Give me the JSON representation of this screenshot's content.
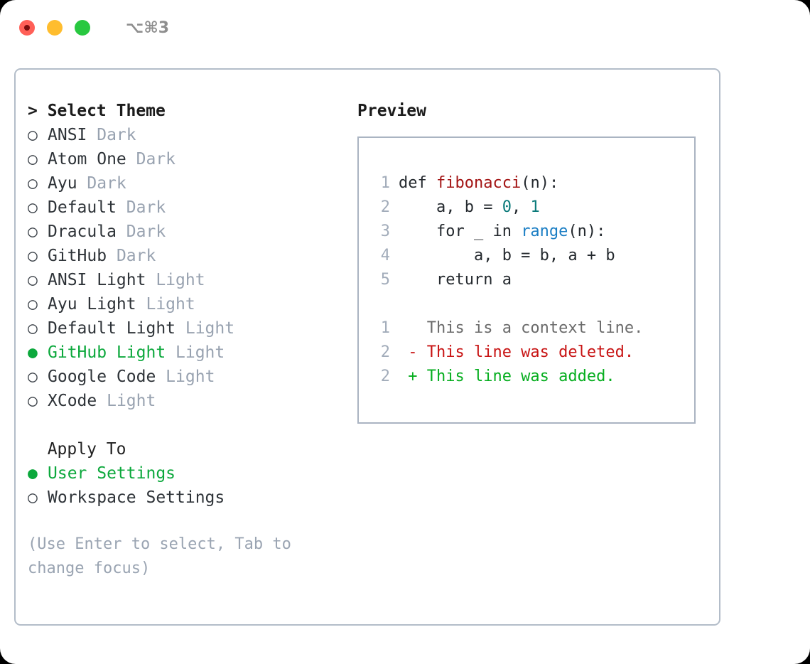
{
  "titlebar": {
    "shortcut": "⌥⌘3",
    "lights": [
      {
        "name": "close",
        "color": "#ff5f57"
      },
      {
        "name": "minimize",
        "color": "#ffbd2e"
      },
      {
        "name": "maximize",
        "color": "#28c840"
      }
    ]
  },
  "theme_section": {
    "header": "> Select Theme",
    "items": [
      {
        "bullet": "○",
        "name": "ANSI",
        "tag": "Dark",
        "selected": false
      },
      {
        "bullet": "○",
        "name": "Atom One",
        "tag": "Dark",
        "selected": false
      },
      {
        "bullet": "○",
        "name": "Ayu",
        "tag": "Dark",
        "selected": false
      },
      {
        "bullet": "○",
        "name": "Default",
        "tag": "Dark",
        "selected": false
      },
      {
        "bullet": "○",
        "name": "Dracula",
        "tag": "Dark",
        "selected": false
      },
      {
        "bullet": "○",
        "name": "GitHub",
        "tag": "Dark",
        "selected": false
      },
      {
        "bullet": "○",
        "name": "ANSI Light",
        "tag": "Light",
        "selected": false
      },
      {
        "bullet": "○",
        "name": "Ayu Light",
        "tag": "Light",
        "selected": false
      },
      {
        "bullet": "○",
        "name": "Default Light",
        "tag": "Light",
        "selected": false
      },
      {
        "bullet": "●",
        "name": "GitHub Light",
        "tag": "Light",
        "selected": true
      },
      {
        "bullet": "○",
        "name": "Google Code",
        "tag": "Light",
        "selected": false
      },
      {
        "bullet": "○",
        "name": "XCode",
        "tag": "Light",
        "selected": false
      }
    ]
  },
  "apply_section": {
    "header": "  Apply To",
    "items": [
      {
        "bullet": "●",
        "name": "User Settings",
        "tag": "",
        "selected": true
      },
      {
        "bullet": "○",
        "name": "Workspace Settings",
        "tag": "",
        "selected": false
      }
    ]
  },
  "hint": "(Use Enter to select, Tab to change focus)",
  "preview": {
    "title": "Preview",
    "code_lines": [
      {
        "n": "1",
        "segments": [
          {
            "t": "def ",
            "c": "plain"
          },
          {
            "t": "fibonacci",
            "c": "fn"
          },
          {
            "t": "(n):",
            "c": "plain"
          }
        ]
      },
      {
        "n": "2",
        "segments": [
          {
            "t": "    a, b = ",
            "c": "plain"
          },
          {
            "t": "0",
            "c": "num"
          },
          {
            "t": ", ",
            "c": "plain"
          },
          {
            "t": "1",
            "c": "num"
          }
        ]
      },
      {
        "n": "3",
        "segments": [
          {
            "t": "    for _ in ",
            "c": "plain"
          },
          {
            "t": "range",
            "c": "call"
          },
          {
            "t": "(n):",
            "c": "plain"
          }
        ]
      },
      {
        "n": "4",
        "segments": [
          {
            "t": "        a, b = b, a + b",
            "c": "plain"
          }
        ]
      },
      {
        "n": "5",
        "segments": [
          {
            "t": "    return a",
            "c": "plain"
          }
        ]
      }
    ],
    "diff_lines": [
      {
        "n": "1",
        "segments": [
          {
            "t": "   This is a context line.",
            "c": "ctx"
          }
        ]
      },
      {
        "n": "2",
        "segments": [
          {
            "t": " - This line was deleted.",
            "c": "del"
          }
        ]
      },
      {
        "n": "2",
        "segments": [
          {
            "t": " + This line was added.",
            "c": "add"
          }
        ]
      }
    ]
  },
  "colors": {
    "accent_green": "#0ca83c",
    "tag_gray": "#98a2b0",
    "hint_gray": "#9aa4b2",
    "border": "#b3bdc9",
    "preview_border": "#aab4c2",
    "line_number": "#a2acba",
    "syntax_function": "#a31515",
    "syntax_number": "#0b7a7a",
    "syntax_call": "#1b7ec4",
    "diff_context": "#6b6b6b",
    "diff_deleted": "#c81414",
    "diff_added": "#06ae1f"
  }
}
